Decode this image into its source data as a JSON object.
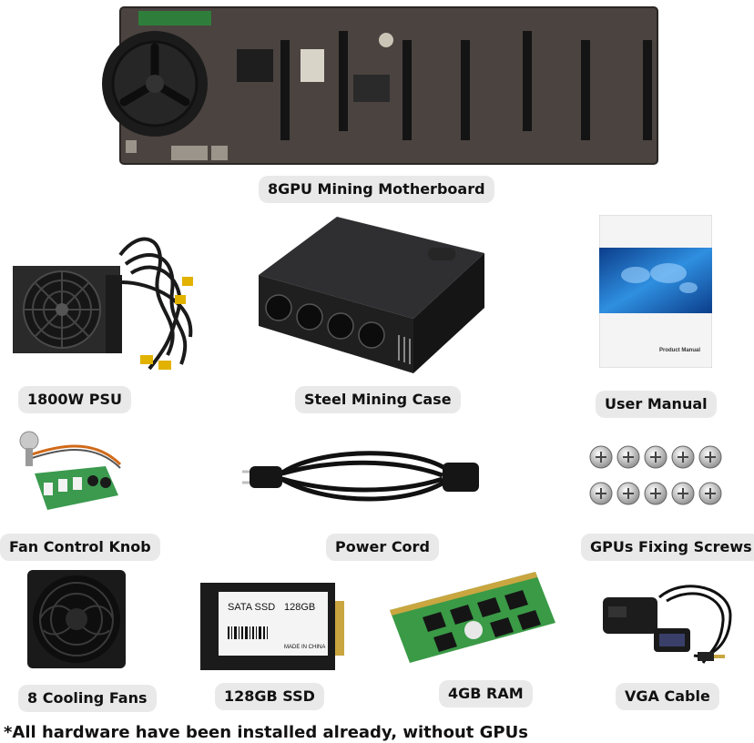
{
  "products": [
    {
      "key": "motherboard",
      "icon": "motherboard-icon",
      "label": "8GPU Mining Motherboard"
    },
    {
      "key": "psu",
      "icon": "psu-icon",
      "label": "1800W PSU"
    },
    {
      "key": "case",
      "icon": "mining-case-icon",
      "label": "Steel Mining Case"
    },
    {
      "key": "manual",
      "icon": "manual-icon",
      "label": "User Manual",
      "manual_cover_text": "Product Manual"
    },
    {
      "key": "fan_knob",
      "icon": "fan-control-icon",
      "label": "Fan Control Knob"
    },
    {
      "key": "power_cord",
      "icon": "power-cord-icon",
      "label": "Power Cord"
    },
    {
      "key": "screws",
      "icon": "screws-icon",
      "label": "GPUs Fixing Screws"
    },
    {
      "key": "cooling_fans",
      "icon": "cooling-fan-icon",
      "label": "8 Cooling Fans"
    },
    {
      "key": "ssd",
      "icon": "ssd-icon",
      "label": "128GB SSD",
      "ssd_title": "SATA SSD",
      "ssd_capacity": "128GB",
      "ssd_origin": "MADE IN CHINA"
    },
    {
      "key": "ram",
      "icon": "ram-icon",
      "label": "4GB RAM"
    },
    {
      "key": "vga_cable",
      "icon": "vga-cable-icon",
      "label": "VGA Cable"
    }
  ],
  "footnote": "*All hardware have been installed already, without GPUs",
  "colors": {
    "label_bg": "#e9e9e9",
    "pcb": "#3a3a3a",
    "ram_green": "#2e8b3a"
  }
}
